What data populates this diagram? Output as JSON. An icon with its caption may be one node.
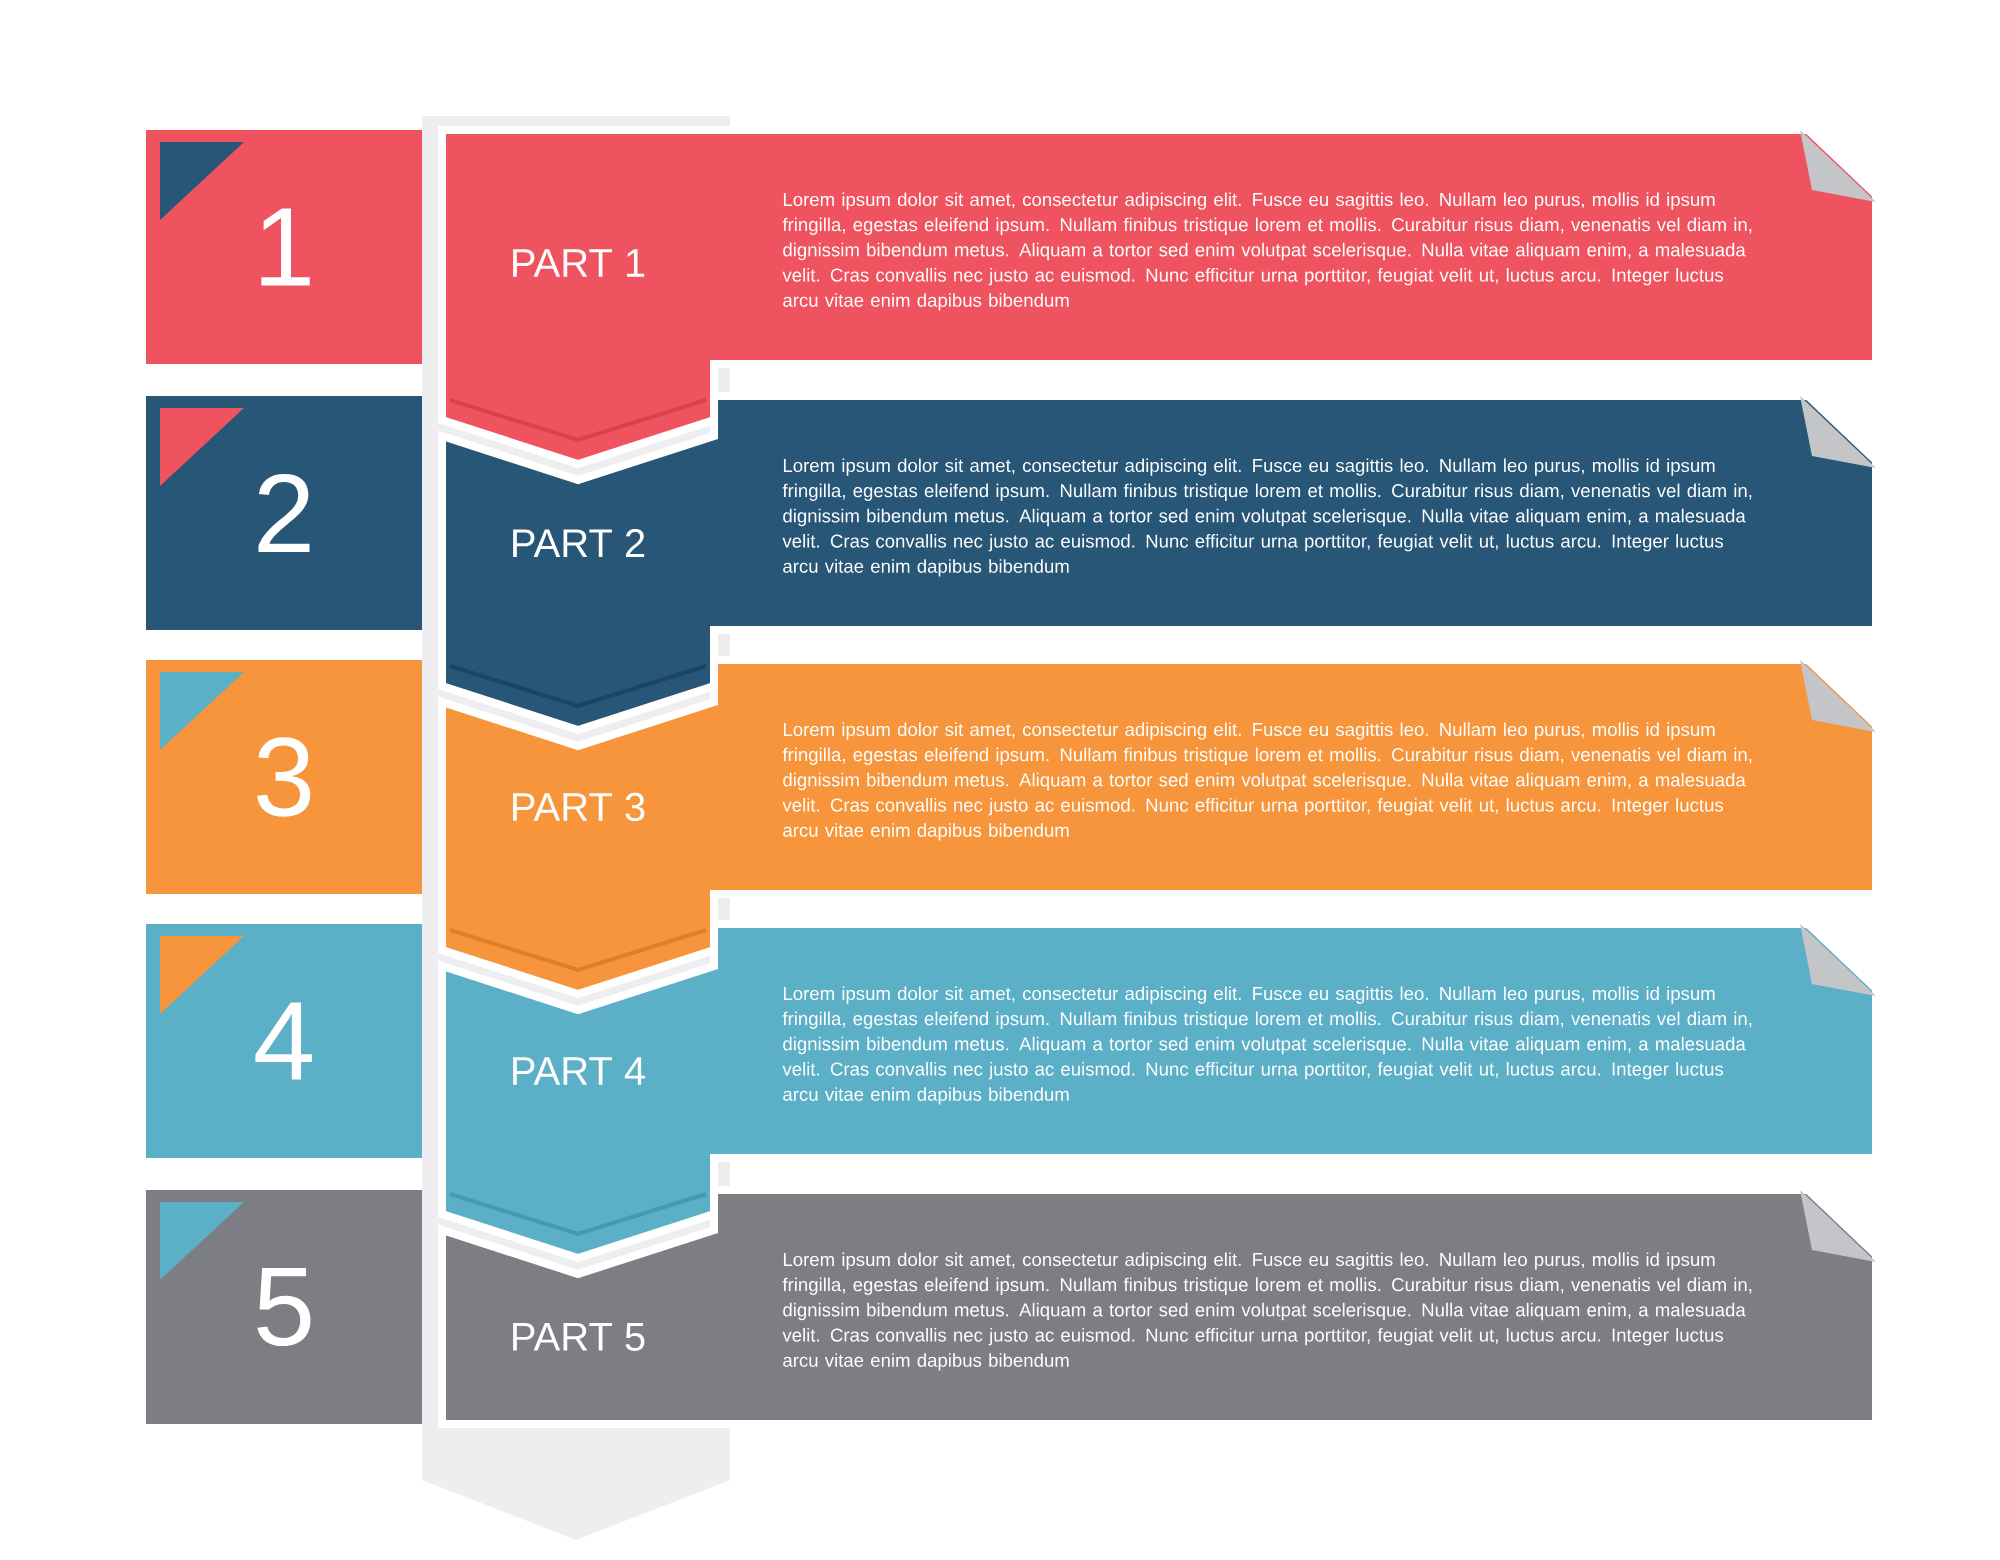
{
  "diagram": {
    "nodes": [
      {
        "text": [
          "1"
        ]
      },
      {
        "text": [
          "PART 1",
          "Lorem ipsum dolor sit amet, consectetur adipiscing elit. Fusce eu sagittis leo. Nullam leo purus, mollis id ipsum fringilla, egestas eleifend ipsum. Nullam finibus tristique lorem et mollis. Curabitur risus diam, venenatis vel diam in, dignissim bibendum metus. Aliquam a tortor sed enim volutpat scelerisque. Nulla vitae aliquam enim, a malesuada velit. Cras convallis nec justo ac euismod. Nunc efficitur urna porttitor, feugiat velit ut, luctus arcu. Integer luctus arcu vitae enim dapibus bibendum"
        ]
      },
      {
        "text": [
          "2"
        ]
      },
      {
        "text": [
          "PART 2",
          "Lorem ipsum dolor sit amet, consectetur adipiscing elit. Fusce eu sagittis leo. Nullam leo purus, mollis id ipsum fringilla, egestas eleifend ipsum. Nullam finibus tristique lorem et mollis. Curabitur risus diam, venenatis vel diam in, dignissim bibendum metus. Aliquam a tortor sed enim volutpat scelerisque. Nulla vitae aliquam enim, a malesuada velit. Cras convallis nec justo ac euismod. Nunc efficitur urna porttitor, feugiat velit ut, luctus arcu. Integer luctus arcu vitae enim dapibus bibendum"
        ]
      },
      {
        "text": [
          "3"
        ]
      },
      {
        "text": [
          "PART 3",
          "Lorem ipsum dolor sit amet, consectetur adipiscing elit. Fusce eu sagittis leo. Nullam leo purus, mollis id ipsum fringilla, egestas eleifend ipsum. Nullam finibus tristique lorem et mollis. Curabitur risus diam, venenatis vel diam in, dignissim bibendum metus. Aliquam a tortor sed enim volutpat scelerisque. Nulla vitae aliquam enim, a malesuada velit. Cras convallis nec justo ac euismod. Nunc efficitur urna porttitor, feugiat velit ut, luctus arcu. Integer luctus arcu vitae enim dapibus bibendum"
        ]
      },
      {
        "text": [
          "4"
        ]
      },
      {
        "text": [
          "PART 4",
          "Lorem ipsum dolor sit amet, consectetur adipiscing elit. Fusce eu sagittis leo. Nullam leo purus, mollis id ipsum fringilla, egestas eleifend ipsum. Nullam finibus tristique lorem et mollis. Curabitur risus diam, venenatis vel diam in, dignissim bibendum metus. Aliquam a tortor sed enim volutpat scelerisque. Nulla vitae aliquam enim, a malesuada velit. Cras convallis nec justo ac euismod. Nunc efficitur urna porttitor, feugiat velit ut, luctus arcu. Integer luctus arcu vitae enim dapibus bibendum"
        ]
      },
      {
        "text": [
          "5"
        ]
      },
      {
        "text": [
          "PART 5",
          "Lorem ipsum dolor sit amet, consectetur adipiscing elit. Fusce eu sagittis leo. Nullam leo purus, mollis id ipsum fringilla, egestas eleifend ipsum. Nullam finibus tristique lorem et mollis. Curabitur risus diam, venenatis vel diam in, dignissim bibendum metus. Aliquam a tortor sed enim volutpat scelerisque. Nulla vitae aliquam enim, a malesuada velit. Cras convallis nec justo ac euismod. Nunc efficitur urna porttitor, feugiat velit ut, luctus arcu. Integer luctus arcu vitae enim dapibus bibendum"
        ]
      }
    ]
  }
}
